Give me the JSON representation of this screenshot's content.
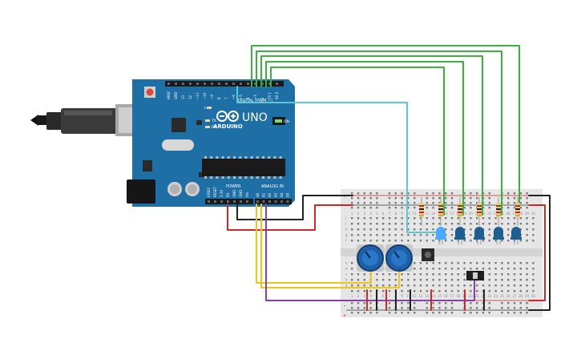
{
  "arduino": {
    "brand": "ARDUINO",
    "model": "UNO",
    "digital_header": "DIGITAL (PWM ~)",
    "power_header": "POWER",
    "analog_header": "ANALOG IN",
    "led_l": "L",
    "led_tx": "TX",
    "led_rx": "RX",
    "on_label": "ON",
    "digital_pins": [
      "AREF",
      "GND",
      "13",
      "12",
      "~11",
      "~10",
      "~9",
      "8",
      "7",
      "~6",
      "~5",
      "4",
      "~3",
      "2",
      "TX 1",
      "RX 0"
    ],
    "power_pins": [
      "IOREF",
      "RESET",
      "3.3V",
      "5V",
      "GND",
      "GND",
      "Vin"
    ],
    "analog_pins": [
      "A0",
      "A1",
      "A2",
      "A3",
      "A4",
      "A5"
    ]
  },
  "breadboard": {
    "rail_plus": "+",
    "rail_minus": "-",
    "column_numbers": [
      "1",
      "2",
      "3",
      "4",
      "5",
      "6",
      "7",
      "8",
      "9",
      "10",
      "11",
      "12",
      "13",
      "14",
      "15",
      "16",
      "17",
      "18",
      "19",
      "20",
      "21",
      "22",
      "23",
      "24",
      "25",
      "26",
      "27",
      "28",
      "29",
      "30"
    ],
    "row_letters_top": [
      "j",
      "i",
      "h",
      "g",
      "f"
    ],
    "row_letters_bottom": [
      "e",
      "d",
      "c",
      "b",
      "a"
    ]
  },
  "colors": {
    "board": "#1e6fa5",
    "wire_green": "#3db13d",
    "wire_cyan": "#5bc8d2",
    "wire_red": "#d32626",
    "wire_black": "#222222",
    "wire_yellow": "#f0c419",
    "wire_purple": "#8a3fa8",
    "led_blue": "#1f5f8f",
    "led_light": "#4aa8ff",
    "pot": "#1e5fa8"
  },
  "icons": [
    "usb-cable-icon",
    "power-jack-icon",
    "reset-button-icon",
    "arduino-logo-icon"
  ]
}
